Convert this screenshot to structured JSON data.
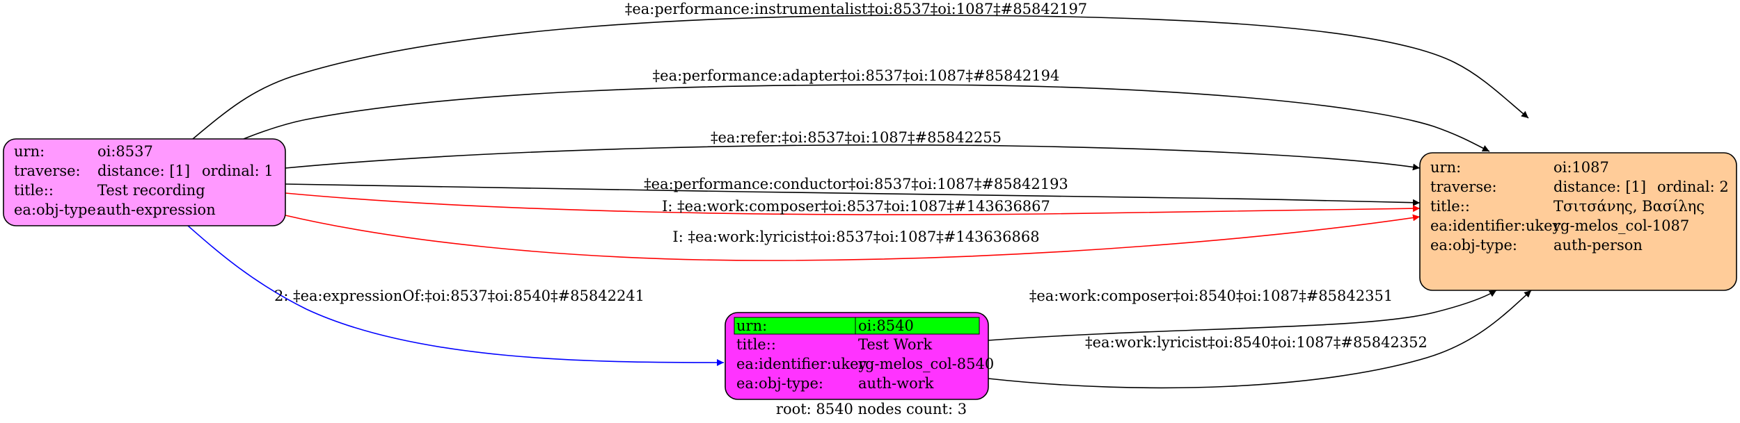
{
  "colors": {
    "node_expression": "#ff99ff",
    "node_person": "#ffcc99",
    "node_work": "#ff33ff",
    "highlight": "#00ff00",
    "edge_default": "#000000",
    "edge_inferred": "#ff0000",
    "edge_expression_of": "#0000ff"
  },
  "nodes": {
    "expression": {
      "urn_key": "urn:",
      "urn_val": "oi:8537",
      "traverse_key": "traverse:",
      "traverse_val": "distance: [1]",
      "ordinal": "ordinal: 1",
      "title_key": "title::",
      "title_val": "Test recording",
      "type_key": "ea:obj-type:",
      "type_val": "auth-expression"
    },
    "person": {
      "urn_key": "urn:",
      "urn_val": "oi:1087",
      "traverse_key": "traverse:",
      "traverse_val": "distance: [1]",
      "ordinal": "ordinal: 2",
      "title_key": "title::",
      "title_val": "Τσιτσάνης, Βασίλης",
      "ident_key": "ea:identifier:ukey",
      "ident_val": "rg-melos_col-1087",
      "type_key": "ea:obj-type:",
      "type_val": "auth-person"
    },
    "work": {
      "urn_key": "urn:",
      "urn_val": "oi:8540",
      "title_key": "title::",
      "title_val": "Test Work",
      "ident_key": "ea:identifier:ukey",
      "ident_val": "rg-melos_col-8540",
      "type_key": "ea:obj-type:",
      "type_val": "auth-work"
    }
  },
  "edges": {
    "instrumentalist": "‡ea:performance:instrumentalist‡oi:8537‡oi:1087‡#85842197",
    "adapter": "‡ea:performance:adapter‡oi:8537‡oi:1087‡#85842194",
    "refer": "‡ea:refer:‡oi:8537‡oi:1087‡#85842255",
    "conductor": "‡ea:performance:conductor‡oi:8537‡oi:1087‡#85842193",
    "composer_inferred": "I: ‡ea:work:composer‡oi:8537‡oi:1087‡#143636867",
    "lyricist_inferred": "I: ‡ea:work:lyricist‡oi:8537‡oi:1087‡#143636868",
    "expression_of": "2: ‡ea:expressionOf:‡oi:8537‡oi:8540‡#85842241",
    "work_composer": "‡ea:work:composer‡oi:8540‡oi:1087‡#85842351",
    "work_lyricist": "‡ea:work:lyricist‡oi:8540‡oi:1087‡#85842352"
  },
  "footer": "root: 8540 nodes count: 3"
}
